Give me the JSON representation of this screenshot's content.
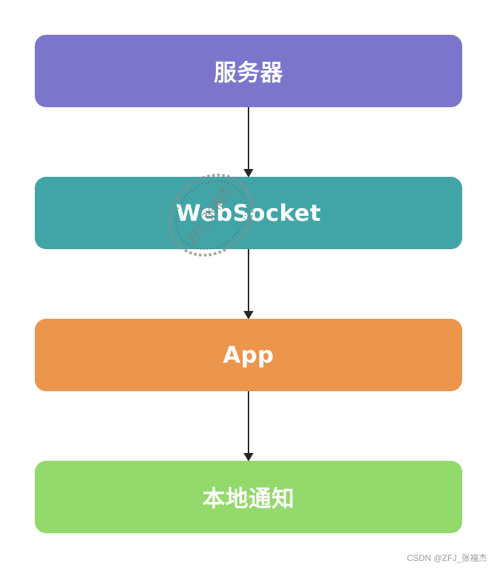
{
  "nodes": [
    {
      "label": "服务器",
      "color": "#7b76cc"
    },
    {
      "label": "WebSocket",
      "color": "#41a5a8"
    },
    {
      "label": "App",
      "color": "#ec964d"
    },
    {
      "label": "本地通知",
      "color": "#94d96b"
    }
  ],
  "edges": [
    {
      "from": "服务器",
      "to": "WebSocket"
    },
    {
      "from": "WebSocket",
      "to": "App"
    },
    {
      "from": "App",
      "to": "本地通知"
    }
  ],
  "watermark": {
    "text": "ZFJ_张福杰"
  },
  "footer": {
    "credit": "CSDN @ZFJ_张福杰"
  }
}
